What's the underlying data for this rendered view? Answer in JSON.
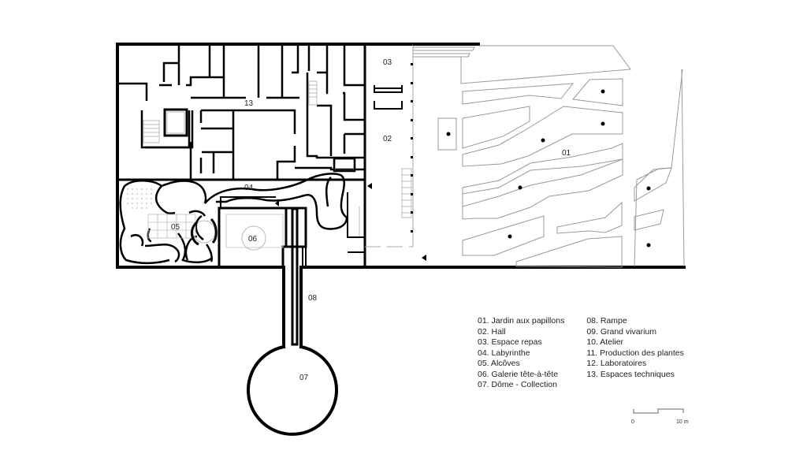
{
  "plan": {
    "rooms": [
      {
        "id": "01",
        "name": "Jardin aux papillons"
      },
      {
        "id": "02",
        "name": "Hall"
      },
      {
        "id": "03",
        "name": "Espace repas"
      },
      {
        "id": "04",
        "name": "Labyrinthe"
      },
      {
        "id": "05",
        "name": "Alcôves"
      },
      {
        "id": "06",
        "name": "Galerie tête-à-tête"
      },
      {
        "id": "07",
        "name": "Dôme - Collection"
      },
      {
        "id": "08",
        "name": "Rampe"
      },
      {
        "id": "09",
        "name": "Grand vivarium"
      },
      {
        "id": "10",
        "name": "Atelier"
      },
      {
        "id": "11",
        "name": "Production des plantes"
      },
      {
        "id": "12",
        "name": "Laboratoires"
      },
      {
        "id": "13",
        "name": "Espaces techniques"
      }
    ],
    "labels": {
      "r01": "01",
      "r02": "02",
      "r03": "03",
      "r04": "04",
      "r05": "05",
      "r06": "06",
      "r07": "07",
      "r08": "08",
      "r13": "13"
    }
  },
  "legend": {
    "col1": [
      "01. Jardin aux papillons",
      "02. Hall",
      "03. Espace repas",
      "04. Labyrinthe",
      "05. Alcôves",
      "06. Galerie tête-à-tête",
      "07. Dôme - Collection"
    ],
    "col2": [
      "08. Rampe",
      "09. Grand vivarium",
      "10. Atelier",
      "11. Production des plantes",
      "12. Laboratoires",
      "13. Espaces techniques"
    ]
  },
  "scale": {
    "start_label": "0",
    "end_label": "10 m"
  }
}
